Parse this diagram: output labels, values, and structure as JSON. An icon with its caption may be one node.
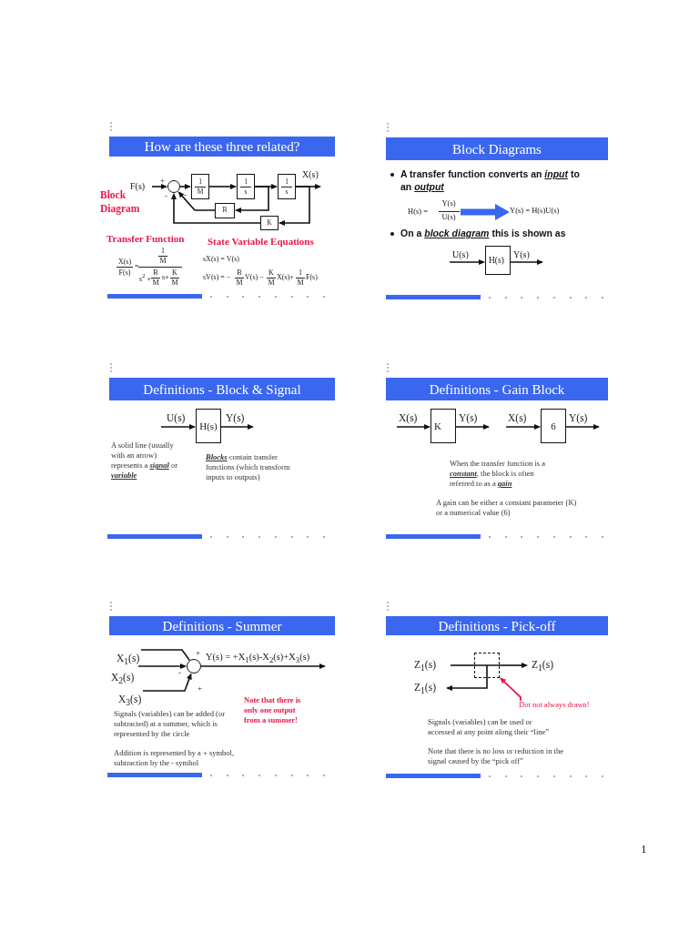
{
  "diagram": {
    "nodes": [
      {
        "text": [
          "How are these three related?"
        ]
      },
      {
        "text": [],
        "shape": "circle"
      },
      {
        "text": [
          "1",
          "M"
        ]
      },
      {
        "text": [
          "1",
          "s"
        ]
      },
      {
        "text": [
          "1",
          "s"
        ]
      },
      {
        "text": [
          "B"
        ]
      },
      {
        "text": [
          "K"
        ]
      },
      {
        "text": [
          "Block Diagrams"
        ]
      },
      {
        "text": [
          "H(s) =",
          "Y(s)",
          "U(s)"
        ]
      },
      {
        "text": [
          "Y(s) = H(s)U(s)"
        ]
      },
      {
        "text": [
          "H(s)"
        ]
      },
      {
        "text": [
          "Definitions - Block & Signal"
        ]
      },
      {
        "text": [
          "H(s)"
        ]
      },
      {
        "text": [
          "Definitions - Gain Block"
        ]
      },
      {
        "text": [
          "K"
        ]
      },
      {
        "text": [
          "6"
        ]
      },
      {
        "text": [
          "Definitions - Summer"
        ]
      },
      {
        "text": [],
        "shape": "circle"
      },
      {
        "text": [
          "Definitions - Pick-off"
        ]
      },
      {
        "text": [],
        "shape": "box"
      },
      {
        "text": [
          "Dot not always drawn!"
        ]
      }
    ],
    "edges": [
      {
        "from": null,
        "to": 1,
        "arrow": "to",
        "label": "F(s)"
      },
      {
        "from": 1,
        "to": 2,
        "arrow": "to"
      },
      {
        "from": 2,
        "to": 3,
        "arrow": "to"
      },
      {
        "from": 3,
        "to": 4,
        "arrow": "to"
      },
      {
        "from": 4,
        "to": null,
        "arrow": "to",
        "label": "X(s)"
      },
      {
        "from": 3,
        "to": 5,
        "arrow": "to"
      },
      {
        "from": 5,
        "to": 1,
        "arrow": "to"
      },
      {
        "from": 4,
        "to": 6,
        "arrow": "to"
      },
      {
        "from": 6,
        "to": 1,
        "arrow": "to"
      },
      {
        "from": 8,
        "to": 9,
        "arrow": "to",
        "style": "thick",
        "color": "#3a66f0"
      },
      {
        "from": null,
        "to": 10,
        "arrow": "to",
        "label": "U(s)"
      },
      {
        "from": 10,
        "to": null,
        "arrow": "to",
        "label": "Y(s)"
      },
      {
        "from": null,
        "to": 12,
        "arrow": "to",
        "label": "U(s)"
      },
      {
        "from": 12,
        "to": null,
        "arrow": "to",
        "label": "Y(s)"
      },
      {
        "from": null,
        "to": 14,
        "arrow": "to",
        "label": "X(s)"
      },
      {
        "from": 14,
        "to": null,
        "arrow": "to",
        "label": "Y(s)"
      },
      {
        "from": null,
        "to": 15,
        "arrow": "to",
        "label": "X(s)"
      },
      {
        "from": 15,
        "to": null,
        "arrow": "to",
        "label": "Y(s)"
      },
      {
        "from": null,
        "to": 17,
        "arrow": "none",
        "label": "X$_{1}$(s)"
      },
      {
        "from": null,
        "to": 17,
        "arrow": "to",
        "label": "X$_{2}$(s)"
      },
      {
        "from": null,
        "to": 17,
        "arrow": "to",
        "label": "X$_{3}$(s)"
      },
      {
        "from": 17,
        "to": null,
        "arrow": "to",
        "label": "Y(s) = +X$_{1}$(s)-X$_{2}$(s)+X$_{3}$(s)"
      },
      {
        "from": null,
        "to": 19,
        "arrow": "none",
        "label": "Z$_{1}$(s)"
      },
      {
        "from": 19,
        "to": null,
        "arrow": "to",
        "label": "Z$_{1}$(s)"
      },
      {
        "from": 19,
        "to": null,
        "arrow": "to",
        "label": "Z$_{1}$(s)"
      },
      {
        "from": 20,
        "to": 19,
        "arrow": "to",
        "color": "#e8194b"
      }
    ],
    "labels": [
      "+",
      "Block Diagram",
      "-",
      "-",
      "Transfer Function",
      "State Variable Equations",
      "X(s)",
      "F(s)",
      "=",
      "1",
      "M",
      "s$^{2}$ +",
      "B",
      "M",
      "s+",
      "K",
      "M",
      "sX(s) = V(s)",
      "sV(s) = −",
      "B",
      "M",
      "V(s) −",
      "K",
      "M",
      "X(s)+",
      "1",
      "M",
      "F(s)",
      "A transfer function converts an *input* to an *output*",
      "On a *block diagram* this is shown as",
      "A solid line (usually with an arrow) represents a **signal** or **variable**",
      "**Blocks** contain transfer functions (which transform inputs to outputs)",
      "When the transfer function is a **constant**, the block is often referred to as a **gain**",
      "A gain can be either a constant parameter (K) or a numerical value (6)",
      "+",
      "-",
      "+",
      "Note that there is only one output from a summer!",
      "Signals (variables) can be added (or subtracted) at a summer, which is represented by the circle",
      "Addition is represented by a + symbol, subtraction by the - symbol",
      "Signals (variables) can be used or accessed at any point along their “line”",
      "Note that there is no loss or reduction in the signal caused by the “pick off”",
      "1"
    ]
  }
}
